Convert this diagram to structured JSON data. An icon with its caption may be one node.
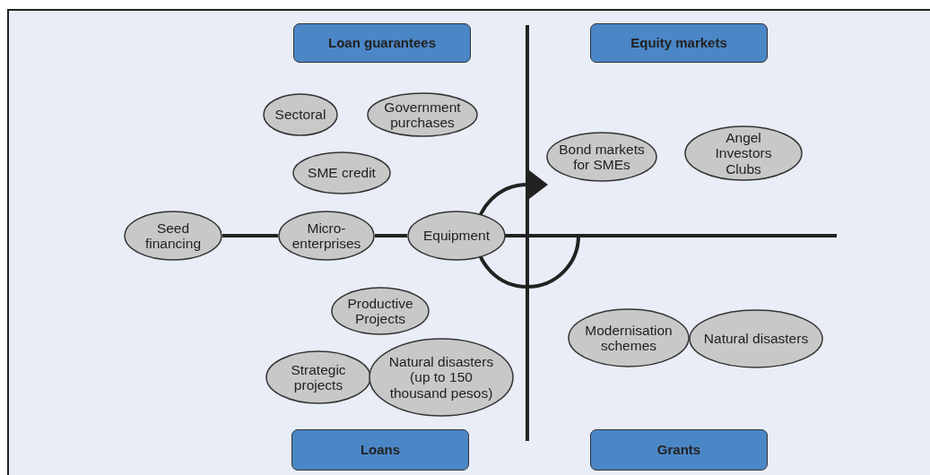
{
  "diagram": {
    "nodes": [
      {
        "text": [
          "Loan guarantees"
        ]
      },
      {
        "text": [
          "Equity markets"
        ]
      },
      {
        "text": [
          "Sectoral"
        ]
      },
      {
        "text": [
          "Government purchases"
        ]
      },
      {
        "text": [
          "SME credit"
        ]
      },
      {
        "text": [
          "Bond markets for SMEs"
        ]
      },
      {
        "text": [
          "Angel Investors Clubs"
        ]
      },
      {
        "text": [
          "Seed financing"
        ]
      },
      {
        "text": [
          "Micro- enterprises"
        ]
      },
      {
        "text": [
          "Equipment"
        ]
      },
      {
        "text": [
          "Productive Projects"
        ]
      },
      {
        "text": [
          "Modernisation schemes"
        ]
      },
      {
        "text": [
          "Natural disasters"
        ]
      },
      {
        "text": [
          "Strategic projects"
        ]
      },
      {
        "text": [
          "Natural disasters (up to 150 thousand pesos)"
        ]
      },
      {
        "text": [
          "Loans"
        ]
      },
      {
        "text": [
          "Grants"
        ]
      }
    ],
    "edges": [
      {
        "from": 7,
        "to": 8,
        "arrow": "none"
      },
      {
        "from": 8,
        "to": 9,
        "arrow": "none"
      }
    ]
  }
}
